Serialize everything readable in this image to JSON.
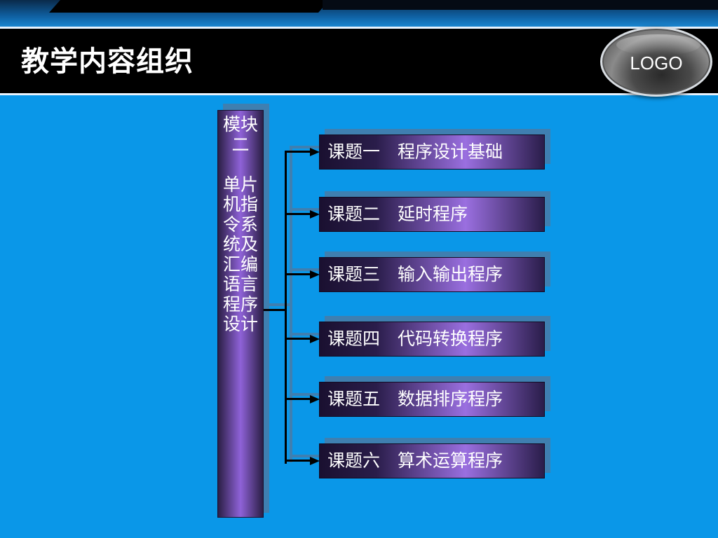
{
  "slide": {
    "title": "教学内容组织",
    "logo": "LOGO"
  },
  "module": {
    "label": "模块二\n\n单片机指令系统及汇编语言程序设计"
  },
  "topics": [
    {
      "label": "课题一　程序设计基础"
    },
    {
      "label": "课题二　延时程序"
    },
    {
      "label": "课题三　输入输出程序"
    },
    {
      "label": "课题四　代码转换程序"
    },
    {
      "label": "课题五　数据排序程序"
    },
    {
      "label": "课题六　算术运算程序"
    }
  ],
  "colors": {
    "background": "#0a97e8",
    "title_bar": "#000000",
    "box_accent": "#9a6fe0",
    "box_dark": "#1a1030"
  }
}
